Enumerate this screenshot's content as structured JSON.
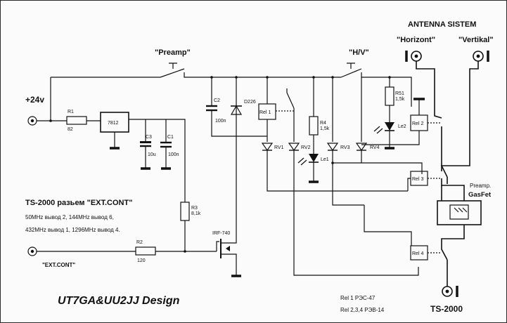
{
  "title": "ANTENNA SISTEM",
  "antennas": {
    "horizont": "\"Horizont\"",
    "vertikal": "\"Vertikal\""
  },
  "switches": {
    "preamp": "\"Preamp\"",
    "hv": "\"H/V\""
  },
  "power": "+24v",
  "components": {
    "r1": "R1",
    "r1_val": "82",
    "reg": "7812",
    "c3": "C3",
    "c3_val": "10u",
    "c1": "C1",
    "c1_val": "100n",
    "c2": "C2",
    "c2_val": "100n",
    "diode": "D226",
    "r3": "R3",
    "r3_val": "8,1k",
    "r2": "R2",
    "r2_val": "120",
    "mosfet": "IRF-740",
    "r4": "R4",
    "r4_val": "1,5k",
    "r51": "R51",
    "r51_val": "1,5k",
    "le1": "Le1",
    "le2": "Le2"
  },
  "relays": {
    "rel1": "Rel 1",
    "rel2": "Rel 2",
    "rel3": "Rel 3",
    "rel4": "Rel 4"
  },
  "rv": {
    "rv1": "RV1",
    "rv2": "RV2",
    "rv3": "RV3",
    "rv4": "RV4"
  },
  "preamp_label": "Preamp.",
  "gasfet_label": "GasFet",
  "ts_title": "TS-2000 разьем \"EXT.CONT\"",
  "band_lines": [
    "50MHz вывод 2,    144MHz вывод 6,",
    "432MHz вывод 1,   1296MHz вывод 4."
  ],
  "ext_cont": "\"EXT.CONT\"",
  "design": "UT7GA&UU2JJ Design",
  "rel_notes": [
    "Rel 1  РЭС-47",
    "Rel 2,3,4   РЭВ-14"
  ],
  "ts2000": "TS-2000"
}
